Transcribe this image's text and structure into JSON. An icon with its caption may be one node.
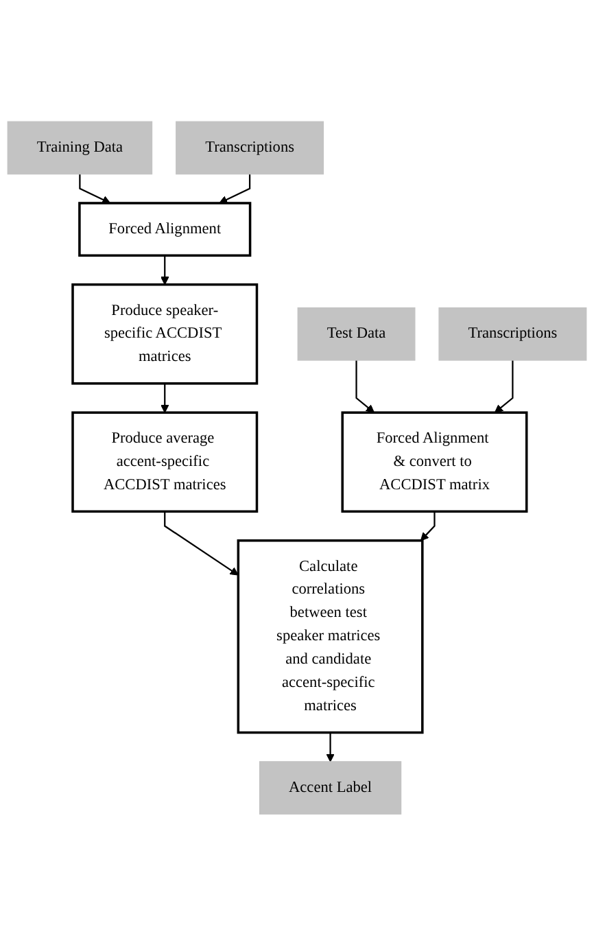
{
  "diagram": {
    "nodes": [
      {
        "text": [
          "Training Data"
        ]
      },
      {
        "text": [
          "Transcriptions"
        ]
      },
      {
        "text": [
          "Forced Alignment"
        ]
      },
      {
        "text": [
          "Produce speaker-specific ACCDIST matrices"
        ]
      },
      {
        "text": [
          "Produce average accent-specific ACCDIST matrices"
        ]
      },
      {
        "text": [
          "Test Data"
        ]
      },
      {
        "text": [
          "Transcriptions"
        ]
      },
      {
        "text": [
          "Forced Alignment & convert to ACCDIST matrix"
        ]
      },
      {
        "text": [
          "Calculate correlations between test speaker matrices and candidate accent-specific matrices"
        ]
      },
      {
        "text": [
          "Accent Label"
        ]
      }
    ],
    "edges": [
      {
        "from": 0,
        "to": 2,
        "arrow": "to"
      },
      {
        "from": 1,
        "to": 2,
        "arrow": "to"
      },
      {
        "from": 2,
        "to": 3,
        "arrow": "to"
      },
      {
        "from": 3,
        "to": 4,
        "arrow": "to"
      },
      {
        "from": 4,
        "to": 8,
        "arrow": "to"
      },
      {
        "from": 5,
        "to": 7,
        "arrow": "to"
      },
      {
        "from": 6,
        "to": 7,
        "arrow": "to"
      },
      {
        "from": 7,
        "to": 8,
        "arrow": "to"
      },
      {
        "from": 8,
        "to": 9,
        "arrow": "to"
      }
    ]
  }
}
